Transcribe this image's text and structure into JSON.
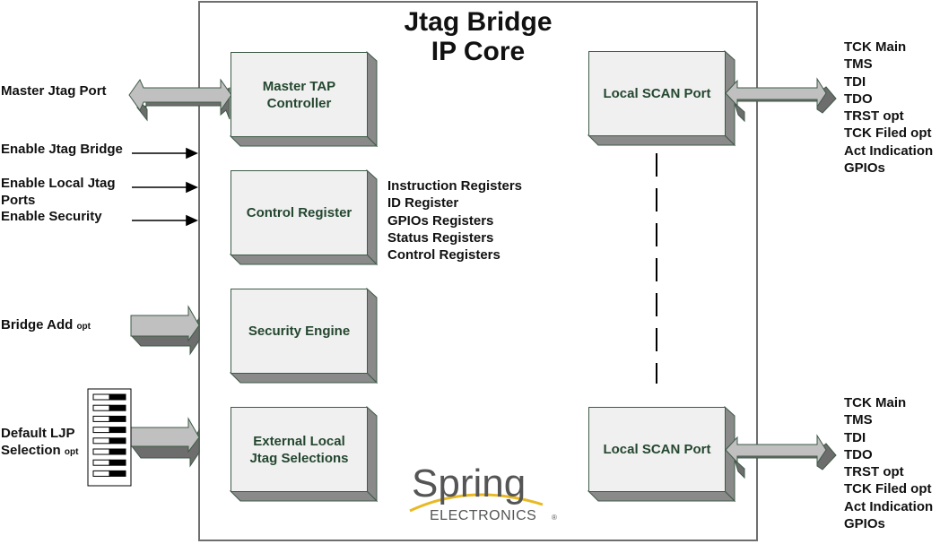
{
  "title": {
    "line1": "Jtag Bridge",
    "line2": "IP Core"
  },
  "blocks": {
    "master_tap": {
      "line1": "Master TAP",
      "line2": "Controller"
    },
    "control_register": {
      "label": "Control Register"
    },
    "security_engine": {
      "label": "Security Engine"
    },
    "external_local": {
      "line1": "External Local",
      "line2": "Jtag Selections"
    },
    "local_scan_top": {
      "label": "Local SCAN Port"
    },
    "local_scan_bottom": {
      "label": "Local SCAN Port"
    }
  },
  "left_inputs": {
    "master_jtag_port": "Master Jtag Port",
    "enable_jtag_bridge": "Enable Jtag Bridge",
    "enable_local_jtag_line1": "Enable Local Jtag",
    "enable_local_jtag_line2": "Ports",
    "enable_security": "Enable Security",
    "bridge_add": "Bridge Add",
    "bridge_add_suffix": "opt",
    "default_ljp_line1": "Default LJP",
    "default_ljp_line2": "Selection",
    "default_ljp_suffix": "opt"
  },
  "registers": [
    "Instruction Registers",
    "ID Register",
    "GPIOs Registers",
    "Status Registers",
    "Control Registers"
  ],
  "signals_top": [
    "TCK Main",
    "TMS",
    "TDI",
    "TDO",
    "TRST opt",
    "TCK Filed opt",
    "Act Indication",
    "GPIOs"
  ],
  "signals_bottom": [
    "TCK Main",
    "TMS",
    "TDI",
    "TDO",
    "TRST opt",
    "TCK Filed opt",
    "Act Indication",
    "GPIOs"
  ],
  "dip_switch": {
    "positions": 8
  },
  "logo": {
    "brand": "Spring",
    "sub": "ELECTRONICS",
    "mark": "®"
  },
  "colors": {
    "block_fill": "#f0f0f0",
    "block_side": "#8a8a8a",
    "block_text": "#24472f",
    "arrow_light": "#c0c0c0",
    "arrow_dark": "#6d6d6d",
    "logo_gold": "#e8b923"
  }
}
